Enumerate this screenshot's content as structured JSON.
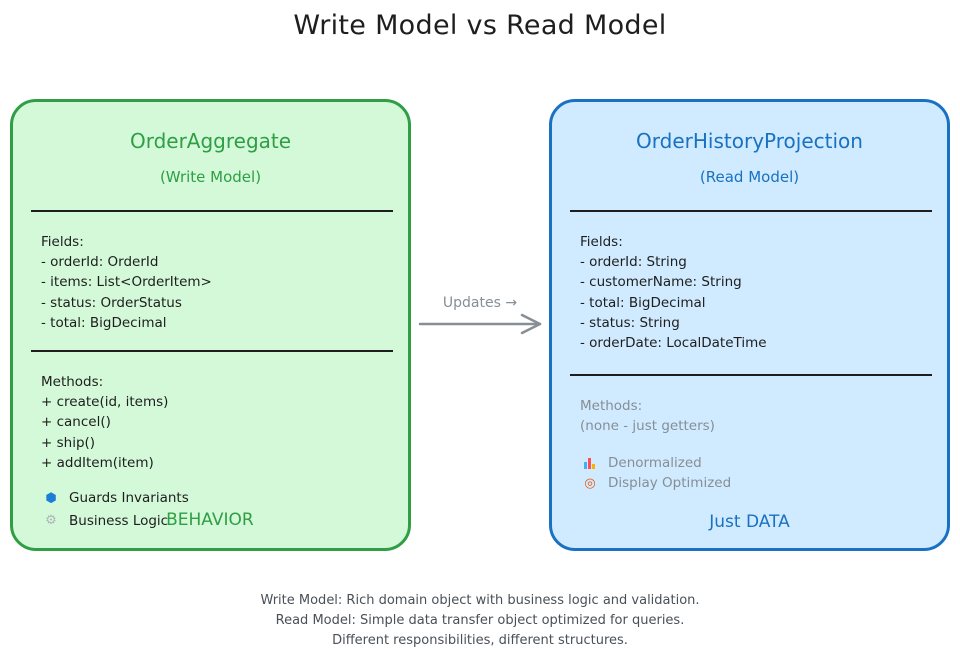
{
  "title": "Write Model vs Read Model",
  "write_model": {
    "name": "OrderAggregate",
    "subtitle": "(Write Model)",
    "fields_text": "Fields:\n- orderId: OrderId\n- items: List<OrderItem>\n- status: OrderStatus\n- total: BigDecimal",
    "methods_text": "Methods:\n+ create(id, items)\n+ cancel()\n+ ship()\n+ addItem(item)",
    "badges": [
      {
        "icon": "shield-icon",
        "label": "Guards Invariants"
      },
      {
        "icon": "gear-icon",
        "label": "Business Logic"
      }
    ],
    "emphasis": "BEHAVIOR"
  },
  "arrow": {
    "label": "Updates →"
  },
  "read_model": {
    "name": "OrderHistoryProjection",
    "subtitle": "(Read Model)",
    "fields_text": "Fields:\n- orderId: String\n- customerName: String\n- total: BigDecimal\n- status: String\n- orderDate: LocalDateTime",
    "methods_text": "Methods:\n(none - just getters)",
    "badges": [
      {
        "icon": "bar-chart-icon",
        "label": "Denormalized"
      },
      {
        "icon": "target-icon",
        "label": "Display Optimized"
      }
    ],
    "emphasis": "Just DATA"
  },
  "footer": [
    "Write Model: Rich domain object with business logic and validation.",
    "Read Model: Simple data transfer object optimized for queries.",
    "Different responsibilities, different structures."
  ],
  "colors": {
    "write_fill": "#d3f9d8",
    "write_stroke": "#2f9e44",
    "read_fill": "#d0ebff",
    "read_stroke": "#1971c2",
    "arrow": "#868e96"
  }
}
